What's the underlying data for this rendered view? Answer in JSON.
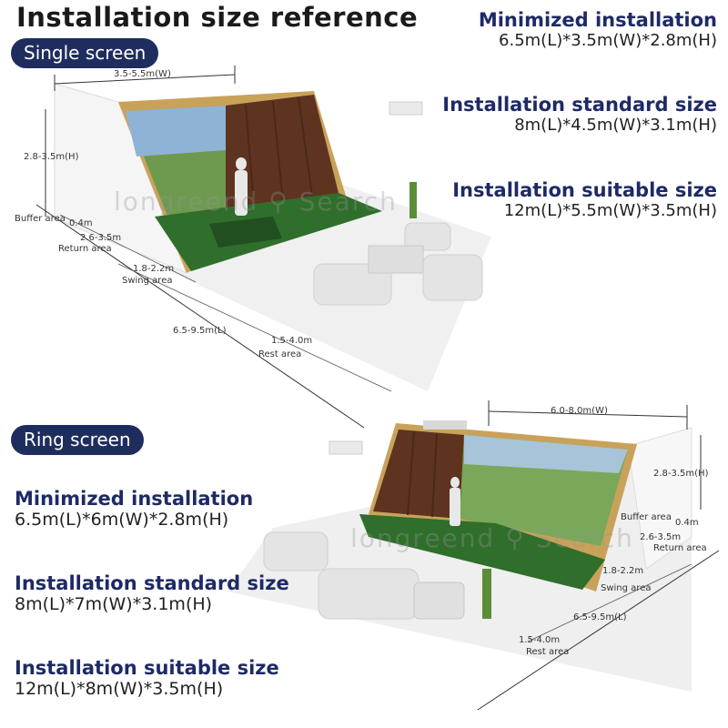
{
  "title": "Installation size reference",
  "single": {
    "label": "Single screen",
    "specs": [
      {
        "heading": "Minimized installation",
        "value": "6.5m(L)*3.5m(W)*2.8m(H)"
      },
      {
        "heading": "Installation standard size",
        "value": "8m(L)*4.5m(W)*3.1m(H)"
      },
      {
        "heading": "Installation suitable size",
        "value": "12m(L)*5.5m(W)*3.5m(H)"
      }
    ],
    "dims": {
      "width": "3.5-5.5m(W)",
      "height": "2.8-3.5m(H)",
      "buffer_val": "0.4m",
      "buffer_label": "Buffer area",
      "return_val": "2.6-3.5m",
      "return_label": "Return area",
      "swing_val": "1.8-2.2m",
      "swing_label": "Swing area",
      "length": "6.5-9.5m(L)",
      "rest_val": "1.5-4.0m",
      "rest_label": "Rest area"
    }
  },
  "ring": {
    "label": "Ring screen",
    "specs": [
      {
        "heading": "Minimized installation",
        "value": "6.5m(L)*6m(W)*2.8m(H)"
      },
      {
        "heading": "Installation standard size",
        "value": "8m(L)*7m(W)*3.1m(H)"
      },
      {
        "heading": "Installation suitable size",
        "value": "12m(L)*8m(W)*3.5m(H)"
      }
    ],
    "dims": {
      "width": "6.0-8.0m(W)",
      "height": "2.8-3.5m(H)",
      "buffer_label": "Buffer area",
      "buffer_val": "0.4m",
      "return_val": "2.6-3.5m",
      "return_label": "Return area",
      "swing_val": "1.8-2.2m",
      "swing_label": "Swing area",
      "length": "6.5-9.5m(L)",
      "rest_val": "1.5-4.0m",
      "rest_label": "Rest area"
    }
  },
  "watermark": {
    "text": "longreend",
    "search": "Search"
  },
  "colors": {
    "navy": "#1f2d5e",
    "heading": "#1e2a66",
    "turf": "#2e6b2c",
    "wood": "#6b3b22",
    "gold": "#b9933c"
  }
}
